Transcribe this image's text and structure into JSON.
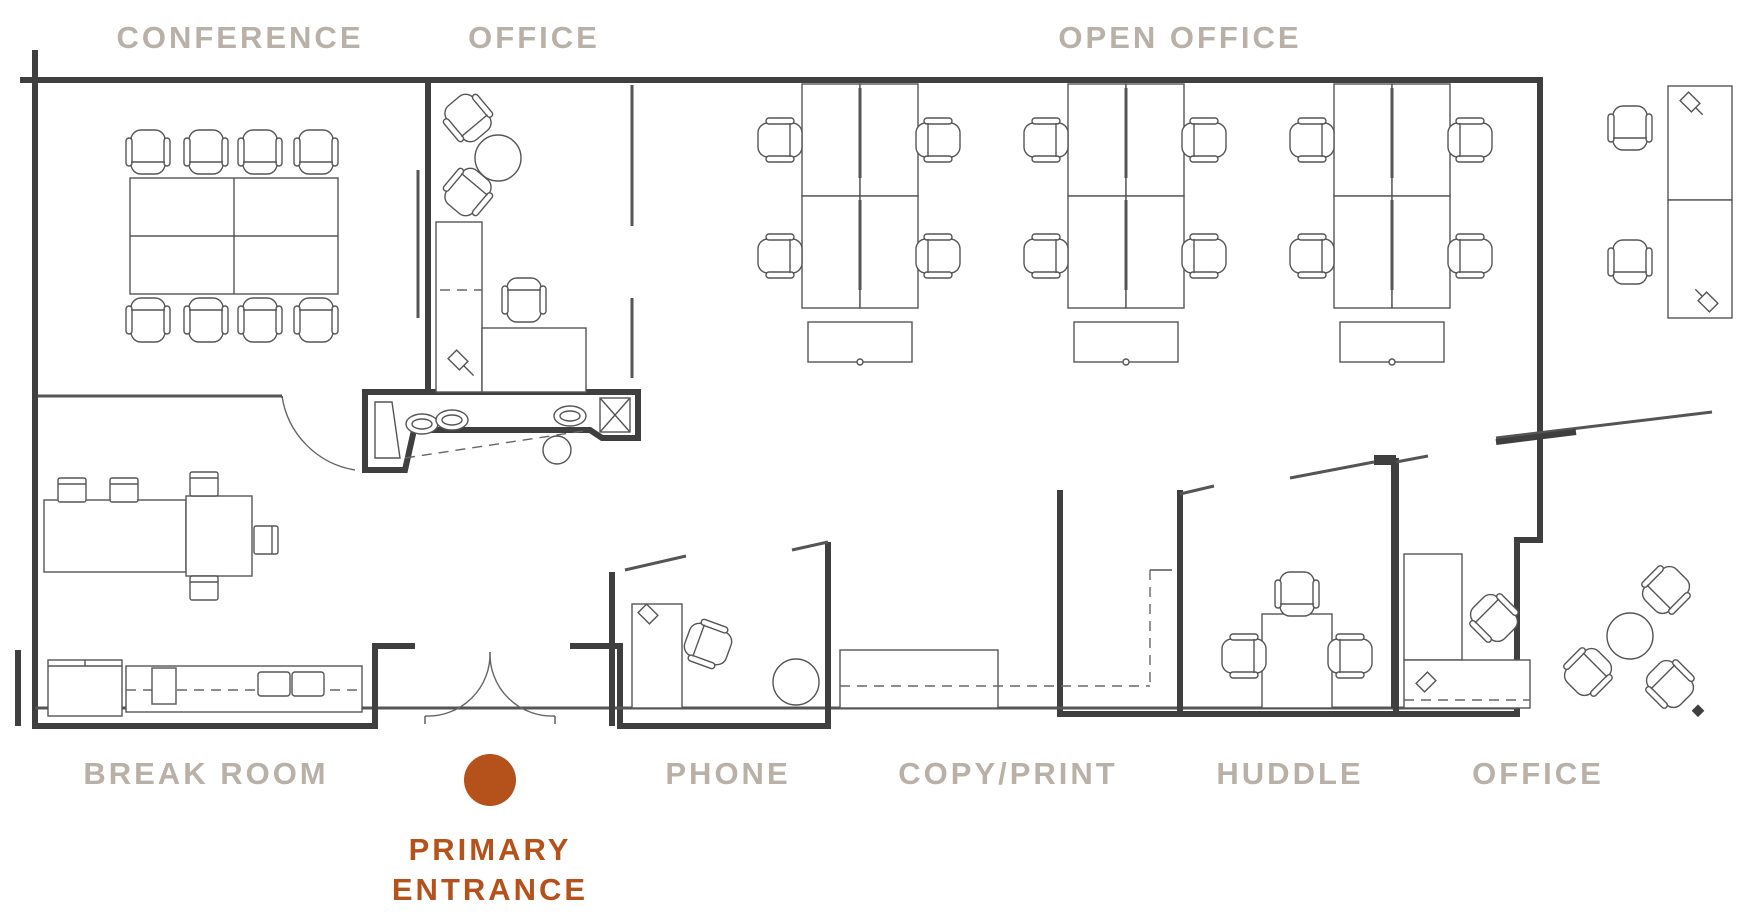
{
  "title": "",
  "labels": {
    "conference": "CONFERENCE",
    "office_top": "OFFICE",
    "open_office": "OPEN OFFICE",
    "break_room": "BREAK ROOM",
    "phone": "PHONE",
    "copy_print": "COPY/PRINT",
    "huddle": "HUDDLE",
    "office_bottom": "OFFICE",
    "entrance_line1": "PRIMARY",
    "entrance_line2": "ENTRANCE"
  },
  "colors": {
    "label": "#b9b0a7",
    "accent": "#b5521c",
    "wall": "#3f3f3f",
    "furniture": "#555555"
  },
  "icons": {
    "entrance_marker": "entrance-dot-icon"
  }
}
